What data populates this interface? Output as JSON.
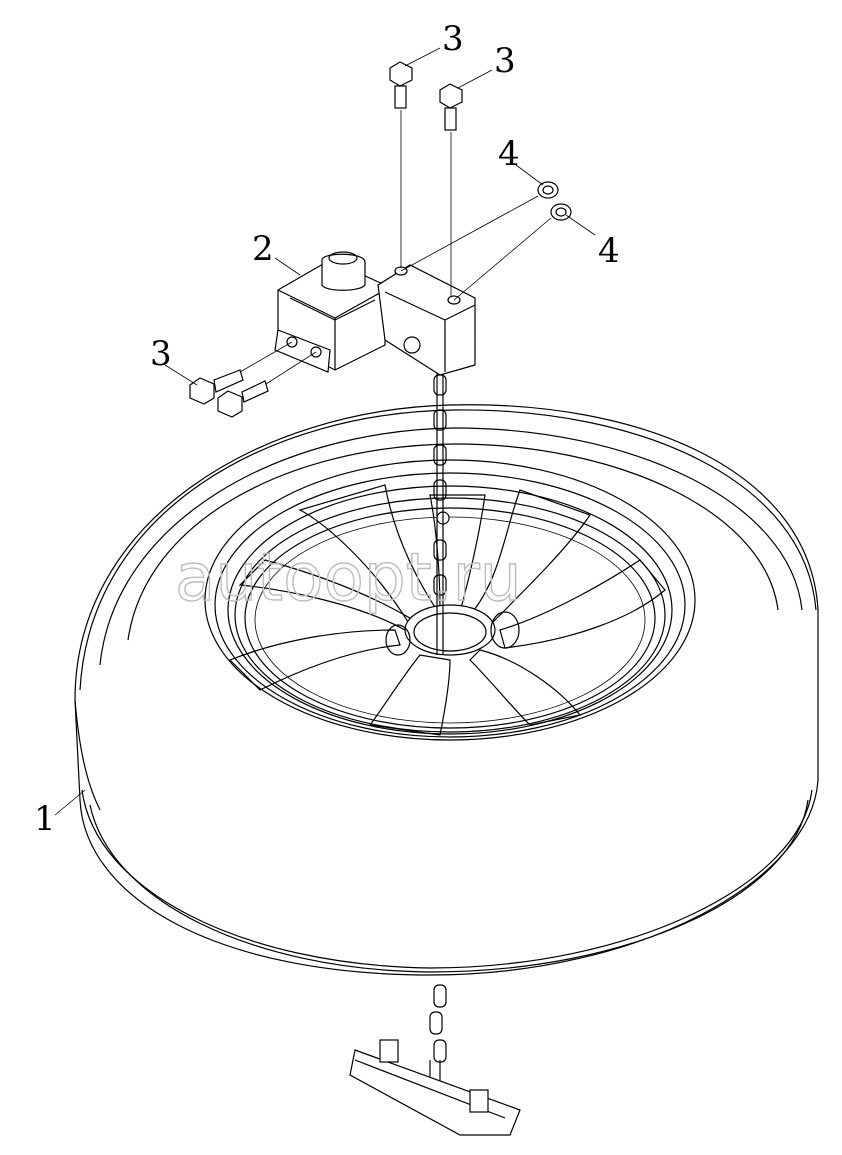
{
  "callouts": {
    "tire": "1",
    "carrier_bracket": "2",
    "bolt_top_left": "3",
    "bolt_top_right": "3",
    "bolt_side": "3",
    "nut_upper": "4",
    "nut_lower": "4"
  },
  "watermark": "autoopt.ru"
}
